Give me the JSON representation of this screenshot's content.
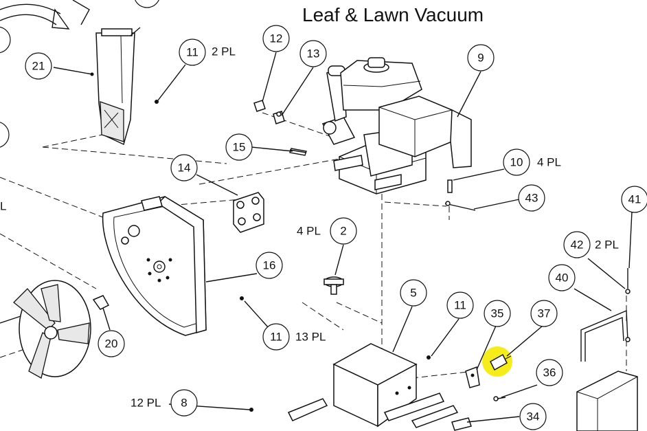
{
  "diagram": {
    "title": "Leaf & Lawn Vacuum",
    "highlight_color": "#f5ec1a",
    "callouts": [
      {
        "num": "12",
        "qty": ""
      },
      {
        "num": "13",
        "qty": ""
      },
      {
        "num": "9",
        "qty": ""
      },
      {
        "num": "21",
        "qty": ""
      },
      {
        "num": "11",
        "qty": "2 PL"
      },
      {
        "num": "15",
        "qty": ""
      },
      {
        "num": "14",
        "qty": ""
      },
      {
        "num": "10",
        "qty": "4 PL"
      },
      {
        "num": "43",
        "qty": ""
      },
      {
        "num": "41",
        "qty": ""
      },
      {
        "num": "2",
        "qty": "4 PL"
      },
      {
        "num": "42",
        "qty": "2 PL"
      },
      {
        "num": "16",
        "qty": ""
      },
      {
        "num": "40",
        "qty": ""
      },
      {
        "num": "5",
        "qty": ""
      },
      {
        "num": "11",
        "qty": ""
      },
      {
        "num": "35",
        "qty": ""
      },
      {
        "num": "37",
        "qty": ""
      },
      {
        "num": "11",
        "qty": "13 PL"
      },
      {
        "num": "20",
        "qty": ""
      },
      {
        "num": "36",
        "qty": ""
      },
      {
        "num": "8",
        "qty": "12 PL"
      },
      {
        "num": "34",
        "qty": ""
      }
    ],
    "edge_label": "L"
  }
}
